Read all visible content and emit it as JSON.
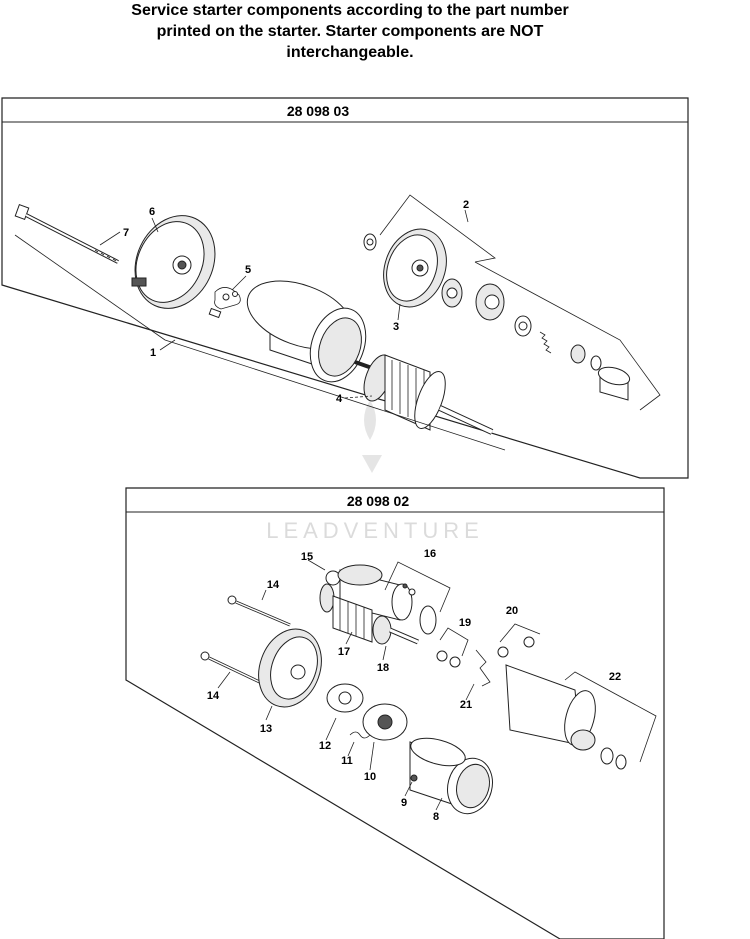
{
  "header": {
    "line1": "Service starter components according to the part number",
    "line2": "printed on the starter. Starter components are NOT",
    "line3": "interchangeable."
  },
  "watermark": "LEADVENTURE",
  "panel_top": {
    "title": "28 098 03",
    "labels": {
      "l1": "1",
      "l2": "2",
      "l3": "3",
      "l4": "4",
      "l5": "5",
      "l6": "6",
      "l7": "7"
    }
  },
  "panel_bottom": {
    "title": "28 098 02",
    "labels": {
      "l8": "8",
      "l9": "9",
      "l10": "10",
      "l11": "11",
      "l12": "12",
      "l13": "13",
      "l14a": "14",
      "l14b": "14",
      "l15": "15",
      "l16": "16",
      "l17": "17",
      "l18": "18",
      "l19": "19",
      "l20": "20",
      "l21": "21",
      "l22": "22"
    }
  }
}
